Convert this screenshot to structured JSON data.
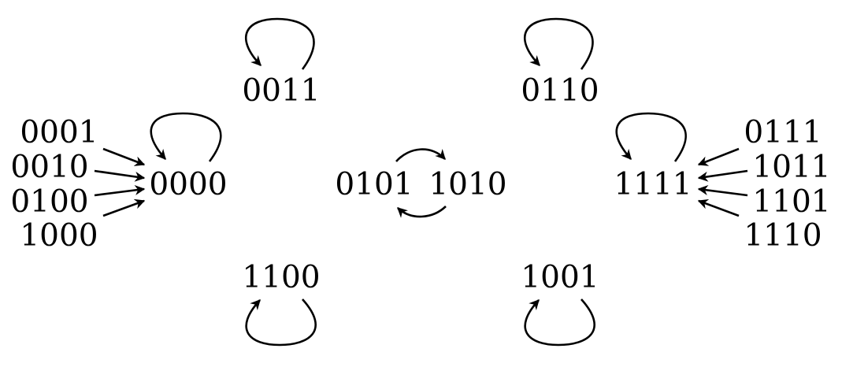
{
  "colors": {
    "ink": "#000000",
    "background": "#ffffff"
  },
  "nodes": {
    "n0000": "0000",
    "n0001": "0001",
    "n0010": "0010",
    "n0100": "0100",
    "n1000": "1000",
    "n0011": "0011",
    "n0110": "0110",
    "n0101": "0101",
    "n1010": "1010",
    "n1100": "1100",
    "n1001": "1001",
    "n1111": "1111",
    "n0111": "0111",
    "n1011": "1011",
    "n1101": "1101",
    "n1110": "1110"
  },
  "edges": [
    {
      "from": "0001",
      "to": "0000"
    },
    {
      "from": "0010",
      "to": "0000"
    },
    {
      "from": "0100",
      "to": "0000"
    },
    {
      "from": "1000",
      "to": "0000"
    },
    {
      "from": "0000",
      "to": "0000"
    },
    {
      "from": "0011",
      "to": "0011"
    },
    {
      "from": "0110",
      "to": "0110"
    },
    {
      "from": "1100",
      "to": "1100"
    },
    {
      "from": "1001",
      "to": "1001"
    },
    {
      "from": "1111",
      "to": "1111"
    },
    {
      "from": "0101",
      "to": "1010"
    },
    {
      "from": "1010",
      "to": "0101"
    },
    {
      "from": "0111",
      "to": "1111"
    },
    {
      "from": "1011",
      "to": "1111"
    },
    {
      "from": "1101",
      "to": "1111"
    },
    {
      "from": "1110",
      "to": "1111"
    }
  ]
}
